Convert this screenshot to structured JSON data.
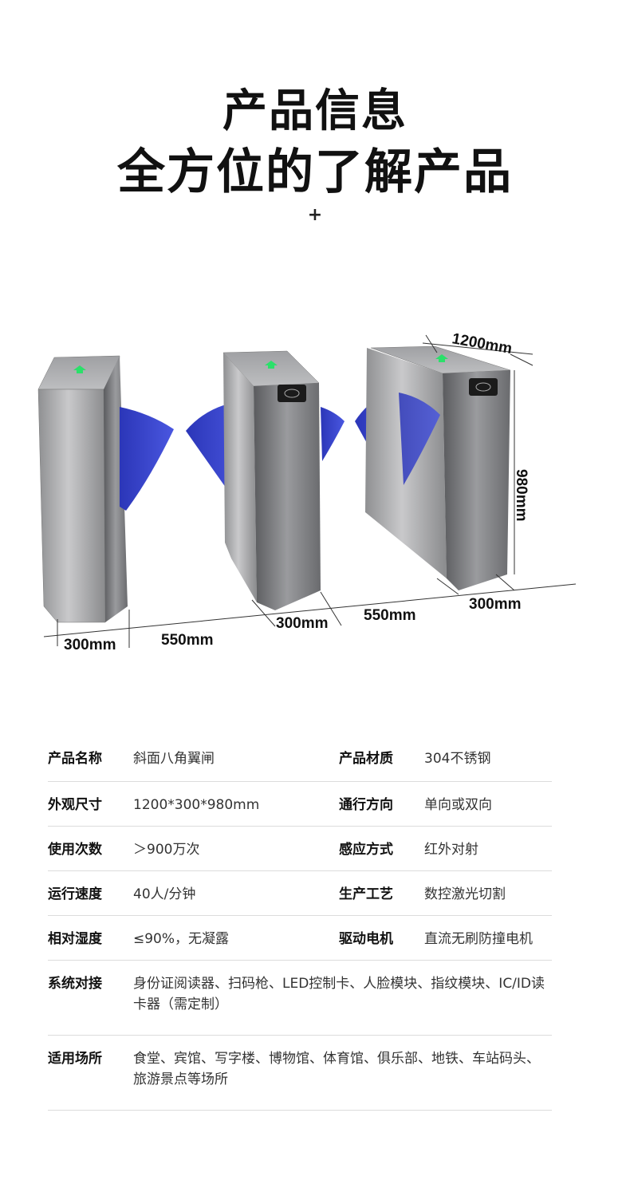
{
  "header": {
    "title_line1": "产品信息",
    "title_line2": "全方位的了解产品",
    "plus_mark": "+"
  },
  "diagram": {
    "dimensions": {
      "depth": "1200mm",
      "height": "980mm",
      "right_width": "300mm",
      "right_gap": "550mm",
      "middle_width": "300mm",
      "left_gap": "550mm",
      "left_width": "300mm"
    },
    "colors": {
      "steel": "#a9a9ab",
      "flap": "#3344c8",
      "indicator": "#22dd66"
    }
  },
  "specs": {
    "rows": [
      {
        "label1": "产品名称",
        "value1": "斜面八角翼闸",
        "label2": "产品材质",
        "value2": "304不锈钢"
      },
      {
        "label1": "外观尺寸",
        "value1": "1200*300*980mm",
        "label2": "通行方向",
        "value2": "单向或双向"
      },
      {
        "label1": "使用次数",
        "value1": "＞900万次",
        "label2": "感应方式",
        "value2": "红外对射"
      },
      {
        "label1": "运行速度",
        "value1": "40人/分钟",
        "label2": "生产工艺",
        "value2": "数控激光切割"
      },
      {
        "label1": "相对湿度",
        "value1": "≤90%，无凝露",
        "label2": "驱动电机",
        "value2": "直流无刷防撞电机"
      }
    ],
    "wide_rows": [
      {
        "label": "系统对接",
        "value": "身份证阅读器、扫码枪、LED控制卡、人脸模块、指纹模块、IC/ID读卡器（需定制）"
      },
      {
        "label": "适用场所",
        "value": "食堂、宾馆、写字楼、博物馆、体育馆、俱乐部、地铁、车站码头、旅游景点等场所"
      }
    ]
  }
}
